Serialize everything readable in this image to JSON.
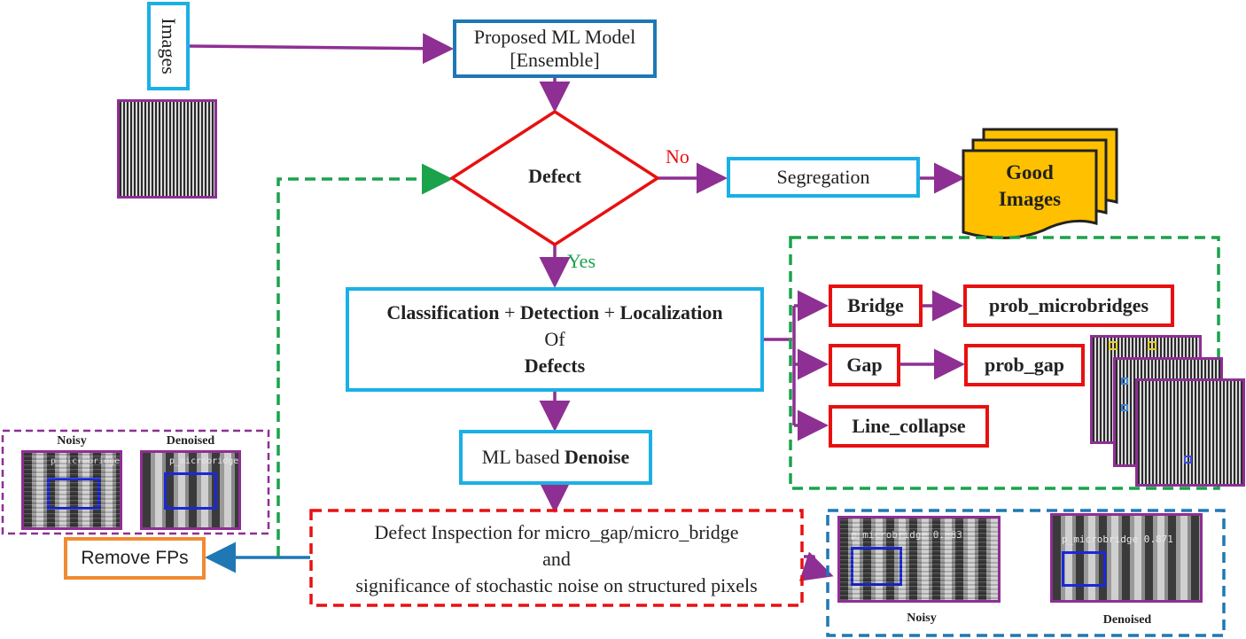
{
  "nodes": {
    "images": "Images",
    "ml_model_line1": "Proposed ML Model",
    "ml_model_line2": "[Ensemble]",
    "defect": "Defect",
    "segregation": "Segregation",
    "good_images_line1": "Good",
    "good_images_line2": "Images",
    "classification_line1_a": "Classification",
    "classification_line1_b": "Detection",
    "classification_line1_c": "Localization",
    "classification_line2": "Of",
    "classification_line3": "Defects",
    "denoise_prefix": "ML based",
    "denoise_bold": "Denoise",
    "inspection_line1": "Defect Inspection for micro_gap/micro_bridge",
    "inspection_line2": "and",
    "inspection_line3": "significance  of stochastic noise on structured pixels",
    "remove_fps": "Remove FPs",
    "bridge": "Bridge",
    "gap": "Gap",
    "line_collapse": "Line_collapse",
    "prob_microbridges": "prob_microbridges",
    "prob_gap": "prob_gap"
  },
  "edge_labels": {
    "no": "No",
    "yes": "Yes"
  },
  "panels": {
    "left_noisy": "Noisy",
    "left_denoised": "Denoised",
    "left_noisy_overlay": "p_microbridge",
    "left_denoised_overlay": "p_microbridge",
    "right_noisy_caption": "Noisy",
    "right_denoised_caption": "Denoised",
    "right_noisy_overlay": "p_microbridge 0.883",
    "right_denoised_overlay": "p_microbridge 0.871"
  },
  "colors": {
    "arrow_purple": "#8e2f93",
    "arrow_blue": "#1f78b4",
    "dashed_green": "#1aa34a",
    "dashed_red": "#e81010",
    "dashed_purple": "#8e2f93",
    "dashed_blue": "#1f78b4",
    "good_images_fill": "#ffc000",
    "no_label": "#e81010",
    "yes_label": "#1aa34a"
  }
}
